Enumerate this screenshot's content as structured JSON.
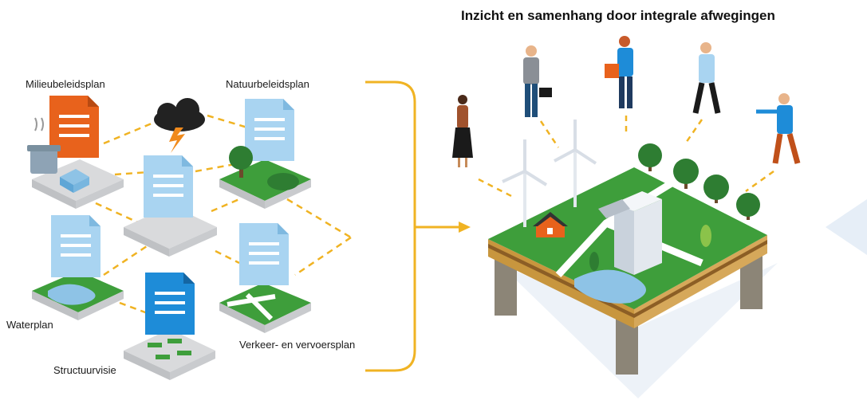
{
  "title": "Inzicht en samenhang door integrale afwegingen",
  "plans": {
    "milieu": "Milieubeleidsplan",
    "natuur": "Natuurbeleidsplan",
    "water": "Waterplan",
    "structuur": "Structuurvisie",
    "verkeer": "Verkeer- en vervoersplan"
  },
  "colors": {
    "accent": "#F0B323",
    "orange": "#E8621C",
    "doc_light": "#A9D4F1",
    "doc_dark": "#1E8CD8",
    "grass": "#3E9E3B",
    "plate": "#D9DADC"
  },
  "icons": [
    "document-icon",
    "storm-cloud-icon",
    "trash-bin-icon",
    "tree-icon",
    "wind-turbine-icon",
    "house-icon",
    "person-icon"
  ]
}
